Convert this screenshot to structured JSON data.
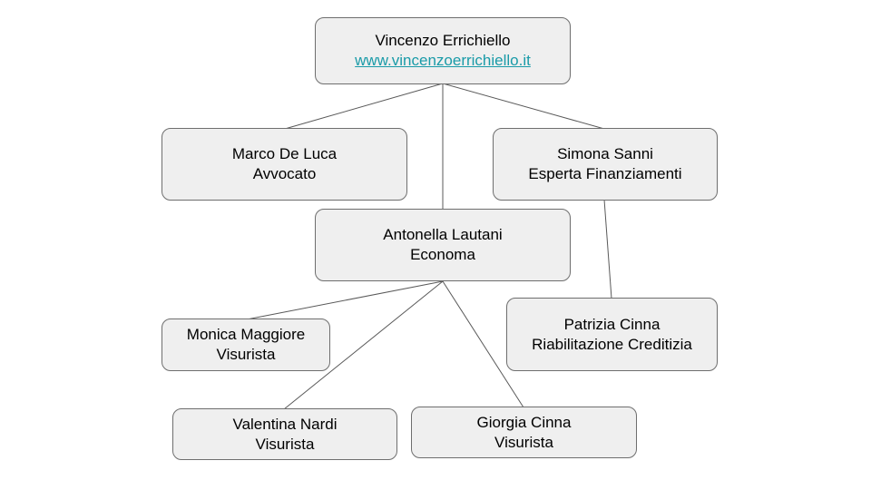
{
  "colors": {
    "node_fill": "#efefef",
    "node_border": "#6e6e6e",
    "connector": "#595959",
    "link": "#1a9ba8"
  },
  "nodes": {
    "root": {
      "name": "Vincenzo Errichiello",
      "website": "www.vincenzoerrichiello.it"
    },
    "marco": {
      "name": "Marco De Luca",
      "role": "Avvocato"
    },
    "simona": {
      "name": "Simona Sanni",
      "role": "Esperta Finanziamenti"
    },
    "antonella": {
      "name": "Antonella Lautani",
      "role": "Economa"
    },
    "monica": {
      "name": "Monica Maggiore",
      "role": "Visurista"
    },
    "patrizia": {
      "name": "Patrizia Cinna",
      "role": "Riabilitazione Creditizia"
    },
    "valentina": {
      "name": "Valentina Nardi",
      "role": "Visurista"
    },
    "giorgia": {
      "name": "Giorgia Cinna",
      "role": "Visurista"
    }
  },
  "edges": [
    {
      "from": "root",
      "to": "marco"
    },
    {
      "from": "root",
      "to": "antonella"
    },
    {
      "from": "root",
      "to": "simona"
    },
    {
      "from": "simona",
      "to": "patrizia"
    },
    {
      "from": "antonella",
      "to": "monica"
    },
    {
      "from": "antonella",
      "to": "valentina"
    },
    {
      "from": "antonella",
      "to": "giorgia"
    }
  ]
}
